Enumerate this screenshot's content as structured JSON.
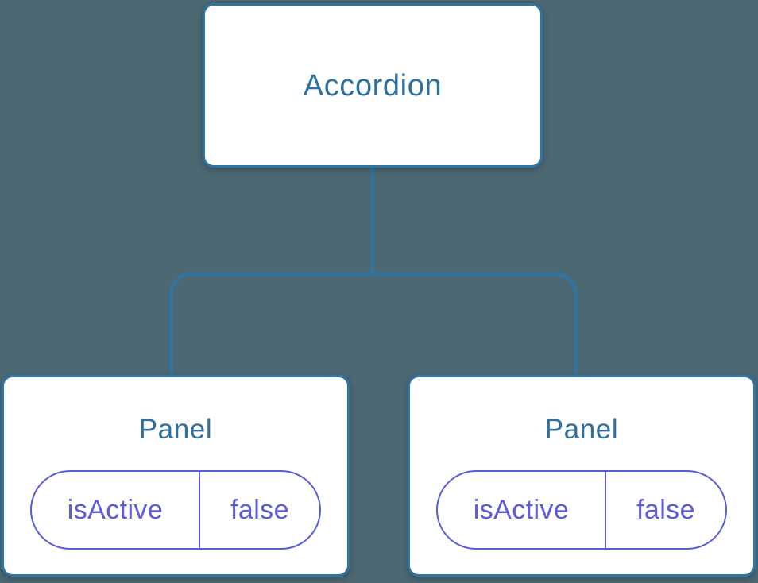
{
  "diagram": {
    "type": "component-tree",
    "root": {
      "label": "Accordion"
    },
    "children": [
      {
        "label": "Panel",
        "prop": {
          "name": "isActive",
          "value": "false"
        }
      },
      {
        "label": "Panel",
        "prop": {
          "name": "isActive",
          "value": "false"
        }
      }
    ]
  },
  "colors": {
    "background": "#4C6872",
    "line": "#2E75A6",
    "node_fill": "#FFFFFF",
    "node_text": "#30709C",
    "prop_accent": "#5C5CD9"
  }
}
